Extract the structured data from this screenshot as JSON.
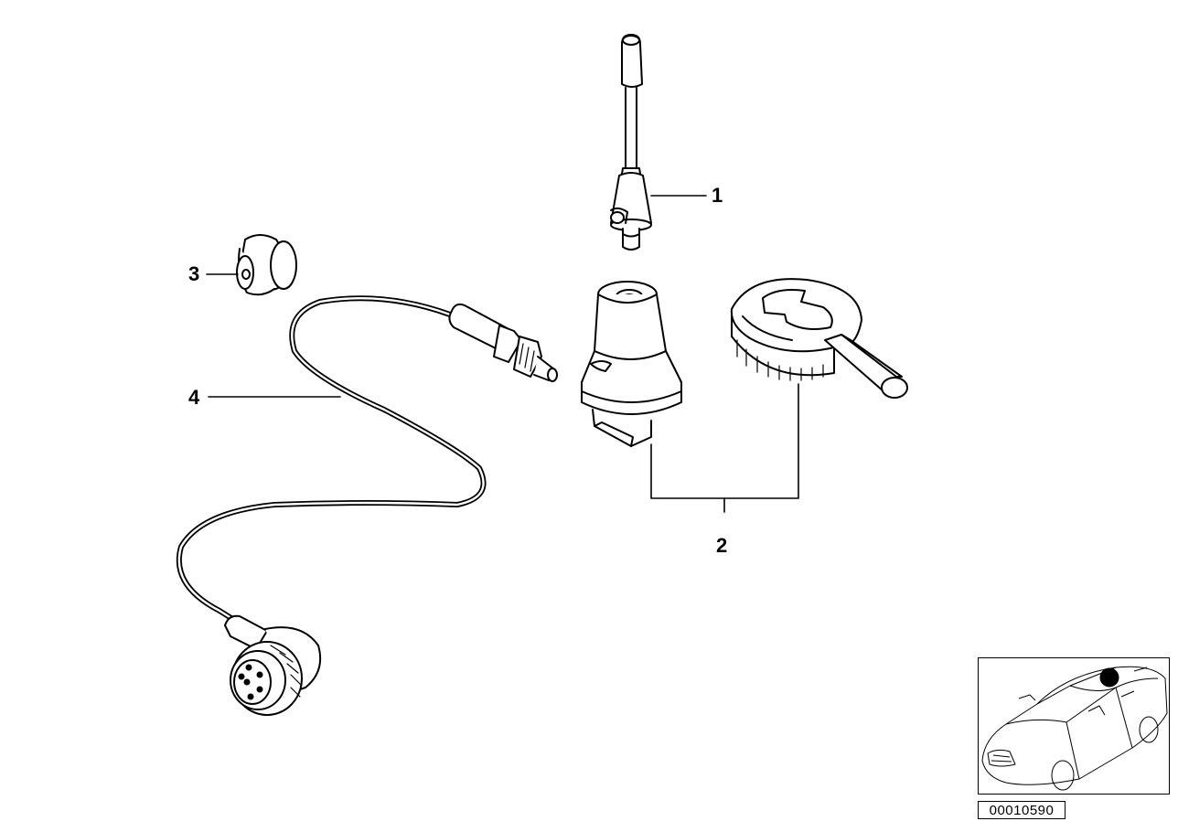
{
  "callouts": {
    "part_1": "1",
    "part_2": "2",
    "part_3": "3",
    "part_4": "4"
  },
  "reference_number": "00010590",
  "colors": {
    "line": "#000000",
    "fill": "#ffffff",
    "locator_dot": "#000000"
  }
}
